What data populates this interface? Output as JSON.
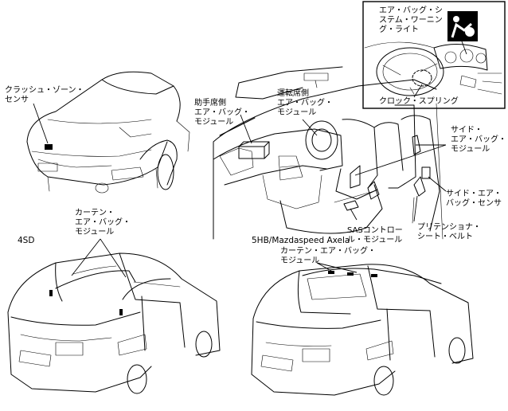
{
  "labels": {
    "warning_light": [
      "エア・バッグ・シ",
      "ステム・ワーニン",
      "グ・ライト"
    ],
    "crash_zone_sensor": [
      "クラッシュ・ゾーン・",
      "センサ"
    ],
    "passenger_module": [
      "助手席側",
      "エア・バッグ・",
      "モジュール"
    ],
    "driver_module": [
      "運転席側",
      "エア・バッグ・",
      "モジュール"
    ],
    "clock_spring": [
      "クロック・スプリング"
    ],
    "side_module": [
      "サイド・",
      "エア・バッグ・",
      "モジュール"
    ],
    "side_sensor": [
      "サイド・エア・",
      "バッグ・センサ"
    ],
    "sas_unit": [
      "SASコントロー",
      "ル・モジュール"
    ],
    "pretensioner": [
      "プリテンショナ・",
      "シート・ベルト"
    ],
    "curtain_4sd": [
      "カーテン・",
      "エア・バッグ・",
      "モジュール"
    ],
    "curtain_5hb": [
      "カーテン・エア・バッグ・",
      "モジュール"
    ]
  },
  "variants": {
    "sedan": "4SD",
    "hatchback": "5HB/Mazdaspeed Axela"
  },
  "icons": {
    "warning": "airbag-warning-icon"
  }
}
